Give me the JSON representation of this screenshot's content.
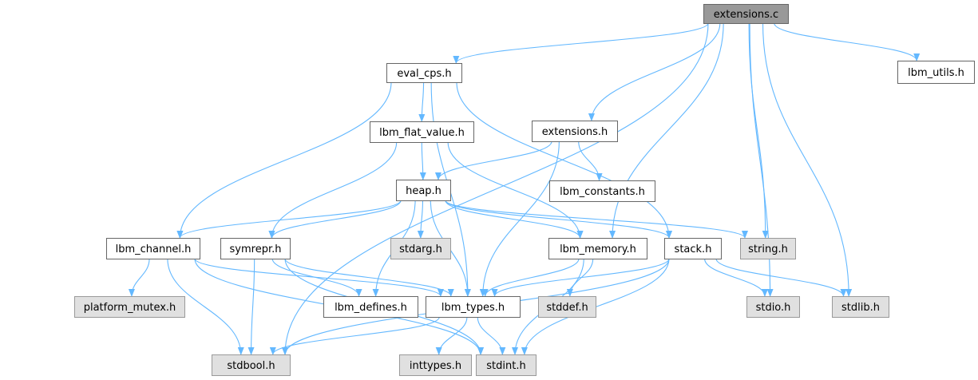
{
  "colors": {
    "edge": "#63b8ff",
    "root_fill": "#999999",
    "root_border": "#666666",
    "file_fill": "#ffffff",
    "file_border": "#666666",
    "system_fill": "#e0e0e0",
    "system_border": "#999999",
    "text": "#000000"
  },
  "nodes": [
    {
      "id": "extensions_c",
      "label": "extensions.c",
      "kind": "root"
    },
    {
      "id": "eval_cps_h",
      "label": "eval_cps.h",
      "kind": "file"
    },
    {
      "id": "lbm_utils_h",
      "label": "lbm_utils.h",
      "kind": "file"
    },
    {
      "id": "lbm_flat_value_h",
      "label": "lbm_flat_value.h",
      "kind": "file"
    },
    {
      "id": "extensions_h",
      "label": "extensions.h",
      "kind": "file"
    },
    {
      "id": "heap_h",
      "label": "heap.h",
      "kind": "file"
    },
    {
      "id": "lbm_constants_h",
      "label": "lbm_constants.h",
      "kind": "file"
    },
    {
      "id": "lbm_channel_h",
      "label": "lbm_channel.h",
      "kind": "file"
    },
    {
      "id": "symrepr_h",
      "label": "symrepr.h",
      "kind": "file"
    },
    {
      "id": "stdarg_h",
      "label": "stdarg.h",
      "kind": "system"
    },
    {
      "id": "lbm_memory_h",
      "label": "lbm_memory.h",
      "kind": "file"
    },
    {
      "id": "stack_h",
      "label": "stack.h",
      "kind": "file"
    },
    {
      "id": "string_h",
      "label": "string.h",
      "kind": "system"
    },
    {
      "id": "platform_mutex_h",
      "label": "platform_mutex.h",
      "kind": "system"
    },
    {
      "id": "lbm_defines_h",
      "label": "lbm_defines.h",
      "kind": "file"
    },
    {
      "id": "lbm_types_h",
      "label": "lbm_types.h",
      "kind": "file"
    },
    {
      "id": "stddef_h",
      "label": "stddef.h",
      "kind": "system"
    },
    {
      "id": "stdio_h",
      "label": "stdio.h",
      "kind": "system"
    },
    {
      "id": "stdlib_h",
      "label": "stdlib.h",
      "kind": "system"
    },
    {
      "id": "stdbool_h",
      "label": "stdbool.h",
      "kind": "system"
    },
    {
      "id": "inttypes_h",
      "label": "inttypes.h",
      "kind": "system"
    },
    {
      "id": "stdint_h",
      "label": "stdint.h",
      "kind": "system"
    }
  ],
  "edges": [
    {
      "from": "extensions_c",
      "to": "eval_cps_h"
    },
    {
      "from": "extensions_c",
      "to": "lbm_utils_h"
    },
    {
      "from": "extensions_c",
      "to": "extensions_h"
    },
    {
      "from": "extensions_c",
      "to": "lbm_memory_h"
    },
    {
      "from": "extensions_c",
      "to": "string_h"
    },
    {
      "from": "extensions_c",
      "to": "stdio_h"
    },
    {
      "from": "extensions_c",
      "to": "stdlib_h"
    },
    {
      "from": "extensions_c",
      "to": "stdbool_h"
    },
    {
      "from": "eval_cps_h",
      "to": "lbm_flat_value_h"
    },
    {
      "from": "eval_cps_h",
      "to": "lbm_channel_h"
    },
    {
      "from": "eval_cps_h",
      "to": "lbm_types_h"
    },
    {
      "from": "eval_cps_h",
      "to": "stack_h"
    },
    {
      "from": "lbm_flat_value_h",
      "to": "heap_h"
    },
    {
      "from": "lbm_flat_value_h",
      "to": "symrepr_h"
    },
    {
      "from": "lbm_flat_value_h",
      "to": "lbm_memory_h"
    },
    {
      "from": "extensions_h",
      "to": "heap_h"
    },
    {
      "from": "extensions_h",
      "to": "lbm_constants_h"
    },
    {
      "from": "extensions_h",
      "to": "lbm_types_h"
    },
    {
      "from": "heap_h",
      "to": "lbm_channel_h"
    },
    {
      "from": "heap_h",
      "to": "symrepr_h"
    },
    {
      "from": "heap_h",
      "to": "stdarg_h"
    },
    {
      "from": "heap_h",
      "to": "lbm_memory_h"
    },
    {
      "from": "heap_h",
      "to": "stack_h"
    },
    {
      "from": "heap_h",
      "to": "string_h"
    },
    {
      "from": "heap_h",
      "to": "lbm_defines_h"
    },
    {
      "from": "heap_h",
      "to": "lbm_types_h"
    },
    {
      "from": "lbm_channel_h",
      "to": "platform_mutex_h"
    },
    {
      "from": "lbm_channel_h",
      "to": "lbm_types_h"
    },
    {
      "from": "lbm_channel_h",
      "to": "stdbool_h"
    },
    {
      "from": "lbm_channel_h",
      "to": "stdint_h"
    },
    {
      "from": "symrepr_h",
      "to": "lbm_defines_h"
    },
    {
      "from": "symrepr_h",
      "to": "lbm_types_h"
    },
    {
      "from": "symrepr_h",
      "to": "stdbool_h"
    },
    {
      "from": "symrepr_h",
      "to": "stdint_h"
    },
    {
      "from": "lbm_memory_h",
      "to": "lbm_types_h"
    },
    {
      "from": "lbm_memory_h",
      "to": "stddef_h"
    },
    {
      "from": "lbm_memory_h",
      "to": "stdint_h"
    },
    {
      "from": "stack_h",
      "to": "lbm_types_h"
    },
    {
      "from": "stack_h",
      "to": "stdio_h"
    },
    {
      "from": "stack_h",
      "to": "stdlib_h"
    },
    {
      "from": "stack_h",
      "to": "stdbool_h"
    },
    {
      "from": "stack_h",
      "to": "stdint_h"
    },
    {
      "from": "lbm_types_h",
      "to": "stdbool_h"
    },
    {
      "from": "lbm_types_h",
      "to": "inttypes_h"
    },
    {
      "from": "lbm_types_h",
      "to": "stdint_h"
    }
  ]
}
